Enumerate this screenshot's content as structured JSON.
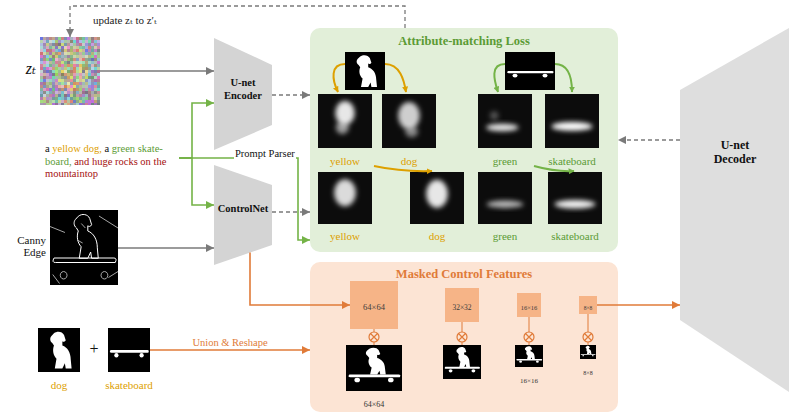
{
  "diagram": {
    "nodes": [
      {
        "text": [
          "zₜ"
        ]
      },
      {
        "text": [
          "U-net Encoder"
        ]
      },
      {
        "text": [
          "a",
          "yellow dog,",
          "a",
          "green skate-board,",
          "and huge rocks on the mountaintop"
        ]
      },
      {
        "text": [
          "Canny Edge"
        ]
      },
      {
        "text": [
          "ControlNet"
        ]
      },
      {
        "text": [
          "Attribute-matching Loss"
        ]
      },
      {
        "text": [
          "Masked Control Features"
        ]
      },
      {
        "text": [
          "64×64"
        ],
        "in": 6
      },
      {
        "text": [
          "32×32"
        ],
        "in": 6
      },
      {
        "text": [
          "16×16"
        ],
        "in": 6
      },
      {
        "text": [
          "8×8"
        ],
        "in": 6
      },
      {
        "text": [
          "dog"
        ]
      },
      {
        "text": [
          "skateboard"
        ]
      },
      {
        "text": [
          "U-net Decoder"
        ]
      }
    ],
    "edges": [
      {
        "from": 0,
        "to": 1,
        "arrow": "to"
      },
      {
        "from": 2,
        "to": 1,
        "arrow": "to"
      },
      {
        "from": 2,
        "to": 4,
        "arrow": "to"
      },
      {
        "from": 2,
        "to": 5,
        "label": "Prompt Parser",
        "arrow": "to"
      },
      {
        "from": 3,
        "to": 4,
        "arrow": "to"
      },
      {
        "from": 1,
        "to": 5,
        "arrow": "to"
      },
      {
        "from": 4,
        "to": 5,
        "arrow": "to"
      },
      {
        "from": 4,
        "to": 7,
        "arrow": "to"
      },
      {
        "from": 12,
        "to": 6,
        "label": "Union & Reshape",
        "arrow": "to"
      },
      {
        "from": 10,
        "to": 13,
        "arrow": "to"
      },
      {
        "from": 13,
        "to": 5,
        "arrow": "to"
      },
      {
        "from": 5,
        "to": 0,
        "label": "update zₜ to z′ₜ",
        "arrow": "to"
      }
    ],
    "labels": [
      "yellow",
      "dog",
      "green",
      "skateboard",
      "yellow",
      "dog",
      "green",
      "skateboard",
      "64×64",
      "16×16",
      "8×8",
      "+"
    ]
  }
}
